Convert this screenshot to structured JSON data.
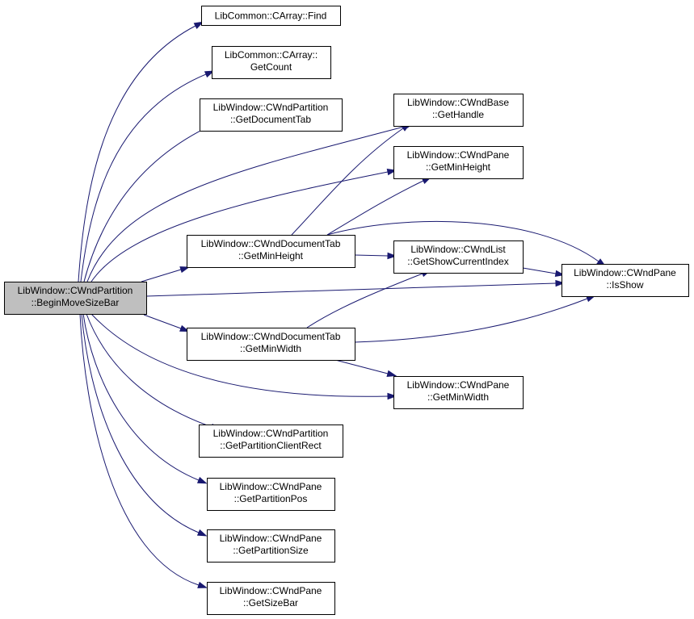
{
  "colors": {
    "edge": "#191970",
    "root_fill": "#bfbfbf",
    "node_fill": "#ffffff",
    "border": "#000000"
  },
  "nodes": [
    {
      "id": "root",
      "lines": [
        "LibWindow::CWndPartition",
        "::BeginMoveSizeBar"
      ],
      "interactable": false
    },
    {
      "id": "find",
      "lines": [
        "LibCommon::CArray::Find"
      ],
      "interactable": true
    },
    {
      "id": "getcount",
      "lines": [
        "LibCommon::CArray::",
        "GetCount"
      ],
      "interactable": true
    },
    {
      "id": "getdoctab",
      "lines": [
        "LibWindow::CWndPartition",
        "::GetDocumentTab"
      ],
      "interactable": true
    },
    {
      "id": "gethandle",
      "lines": [
        "LibWindow::CWndBase",
        "::GetHandle"
      ],
      "interactable": true
    },
    {
      "id": "pane_minheight",
      "lines": [
        "LibWindow::CWndPane",
        "::GetMinHeight"
      ],
      "interactable": true
    },
    {
      "id": "tab_minheight",
      "lines": [
        "LibWindow::CWndDocumentTab",
        "::GetMinHeight"
      ],
      "interactable": true
    },
    {
      "id": "showcurrent",
      "lines": [
        "LibWindow::CWndList",
        "::GetShowCurrentIndex"
      ],
      "interactable": true
    },
    {
      "id": "isshow",
      "lines": [
        "LibWindow::CWndPane",
        "::IsShow"
      ],
      "interactable": true
    },
    {
      "id": "tab_minwidth",
      "lines": [
        "LibWindow::CWndDocumentTab",
        "::GetMinWidth"
      ],
      "interactable": true
    },
    {
      "id": "pane_minwidth",
      "lines": [
        "LibWindow::CWndPane",
        "::GetMinWidth"
      ],
      "interactable": true
    },
    {
      "id": "clientrect",
      "lines": [
        "LibWindow::CWndPartition",
        "::GetPartitionClientRect"
      ],
      "interactable": true
    },
    {
      "id": "partpos",
      "lines": [
        "LibWindow::CWndPane",
        "::GetPartitionPos"
      ],
      "interactable": true
    },
    {
      "id": "partsize",
      "lines": [
        "LibWindow::CWndPane",
        "::GetPartitionSize"
      ],
      "interactable": true
    },
    {
      "id": "sizebar",
      "lines": [
        "LibWindow::CWndPane",
        "::GetSizeBar"
      ],
      "interactable": true
    }
  ],
  "edges": [
    {
      "from": "root",
      "to": "find"
    },
    {
      "from": "root",
      "to": "getcount"
    },
    {
      "from": "root",
      "to": "getdoctab"
    },
    {
      "from": "root",
      "to": "gethandle"
    },
    {
      "from": "root",
      "to": "pane_minheight"
    },
    {
      "from": "root",
      "to": "tab_minheight"
    },
    {
      "from": "root",
      "to": "isshow"
    },
    {
      "from": "root",
      "to": "tab_minwidth"
    },
    {
      "from": "root",
      "to": "pane_minwidth"
    },
    {
      "from": "root",
      "to": "clientrect"
    },
    {
      "from": "root",
      "to": "partpos"
    },
    {
      "from": "root",
      "to": "partsize"
    },
    {
      "from": "root",
      "to": "sizebar"
    },
    {
      "from": "tab_minheight",
      "to": "gethandle"
    },
    {
      "from": "tab_minheight",
      "to": "pane_minheight"
    },
    {
      "from": "tab_minheight",
      "to": "showcurrent"
    },
    {
      "from": "tab_minheight",
      "to": "isshow"
    },
    {
      "from": "showcurrent",
      "to": "isshow"
    },
    {
      "from": "tab_minwidth",
      "to": "showcurrent"
    },
    {
      "from": "tab_minwidth",
      "to": "isshow"
    },
    {
      "from": "tab_minwidth",
      "to": "pane_minwidth"
    }
  ]
}
